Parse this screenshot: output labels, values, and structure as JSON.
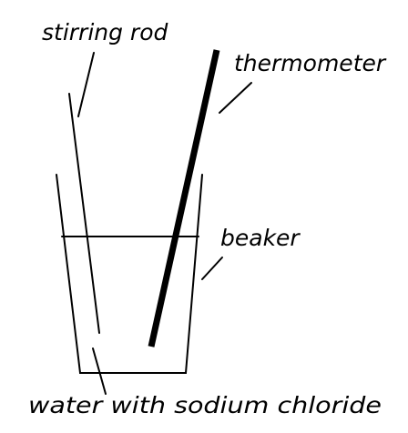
{
  "labels": {
    "stirring_rod": "stirring rod",
    "thermometer": "thermometer",
    "beaker": "beaker",
    "solution": "water with sodium chloride"
  }
}
